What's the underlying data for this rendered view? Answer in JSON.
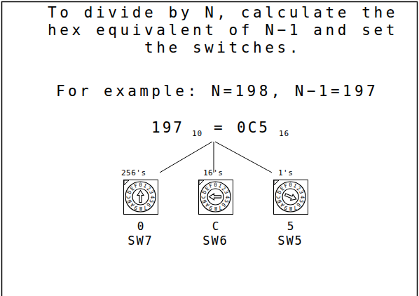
{
  "diagram": {
    "title": "To divide by N, calculate the hex equivalent of N−1 and set the switches.",
    "nodes": [
      {
        "text": [
          "256's",
          "0123456789ABCDEF",
          "0",
          "SW7"
        ]
      },
      {
        "text": [
          "16's",
          "0123456789ABCDEF",
          "C",
          "SW6"
        ]
      },
      {
        "text": [
          "1's",
          "0123456789ABCDEF",
          "5",
          "SW5"
        ]
      }
    ],
    "labels": [
      "For example: N=198, N−1=197",
      "197",
      "10",
      "=",
      "0C5",
      "16"
    ]
  }
}
